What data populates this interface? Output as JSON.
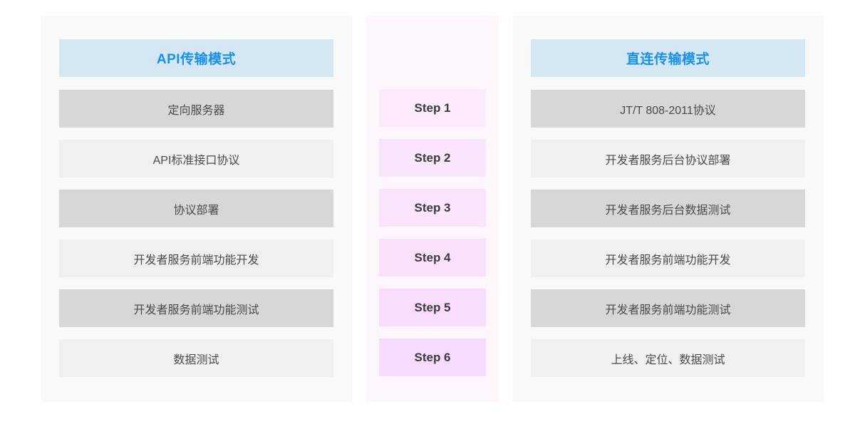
{
  "colors": {
    "page_background": "#ffffff",
    "panel_background": "#f9f9f9",
    "panel_mid_background": "#fdf7fd",
    "header_chip": "#d4e7f3",
    "header_text": "#1790f6",
    "row_dark": "#d7d7d7",
    "row_light": "#f0f0f0",
    "step_chip_start": "#fceafd",
    "step_chip_end": "#f7dbfc"
  },
  "left_column": {
    "header": "API传输模式",
    "stages": [
      "定向服务器",
      "API标准接口协议",
      "协议部署",
      "开发者服务前端功能开发",
      "开发者服务前端功能测试",
      "数据测试"
    ]
  },
  "middle_column": {
    "steps": [
      "Step 1",
      "Step 2",
      "Step 3",
      "Step 4",
      "Step 5",
      "Step 6"
    ]
  },
  "right_column": {
    "header": "直连传输模式",
    "stages": [
      "JT/T 808-2011协议",
      "开发者服务后台协议部署",
      "开发者服务后台数据测试",
      "开发者服务前端功能开发",
      "开发者服务前端功能测试",
      "上线、定位、数据测试"
    ]
  }
}
